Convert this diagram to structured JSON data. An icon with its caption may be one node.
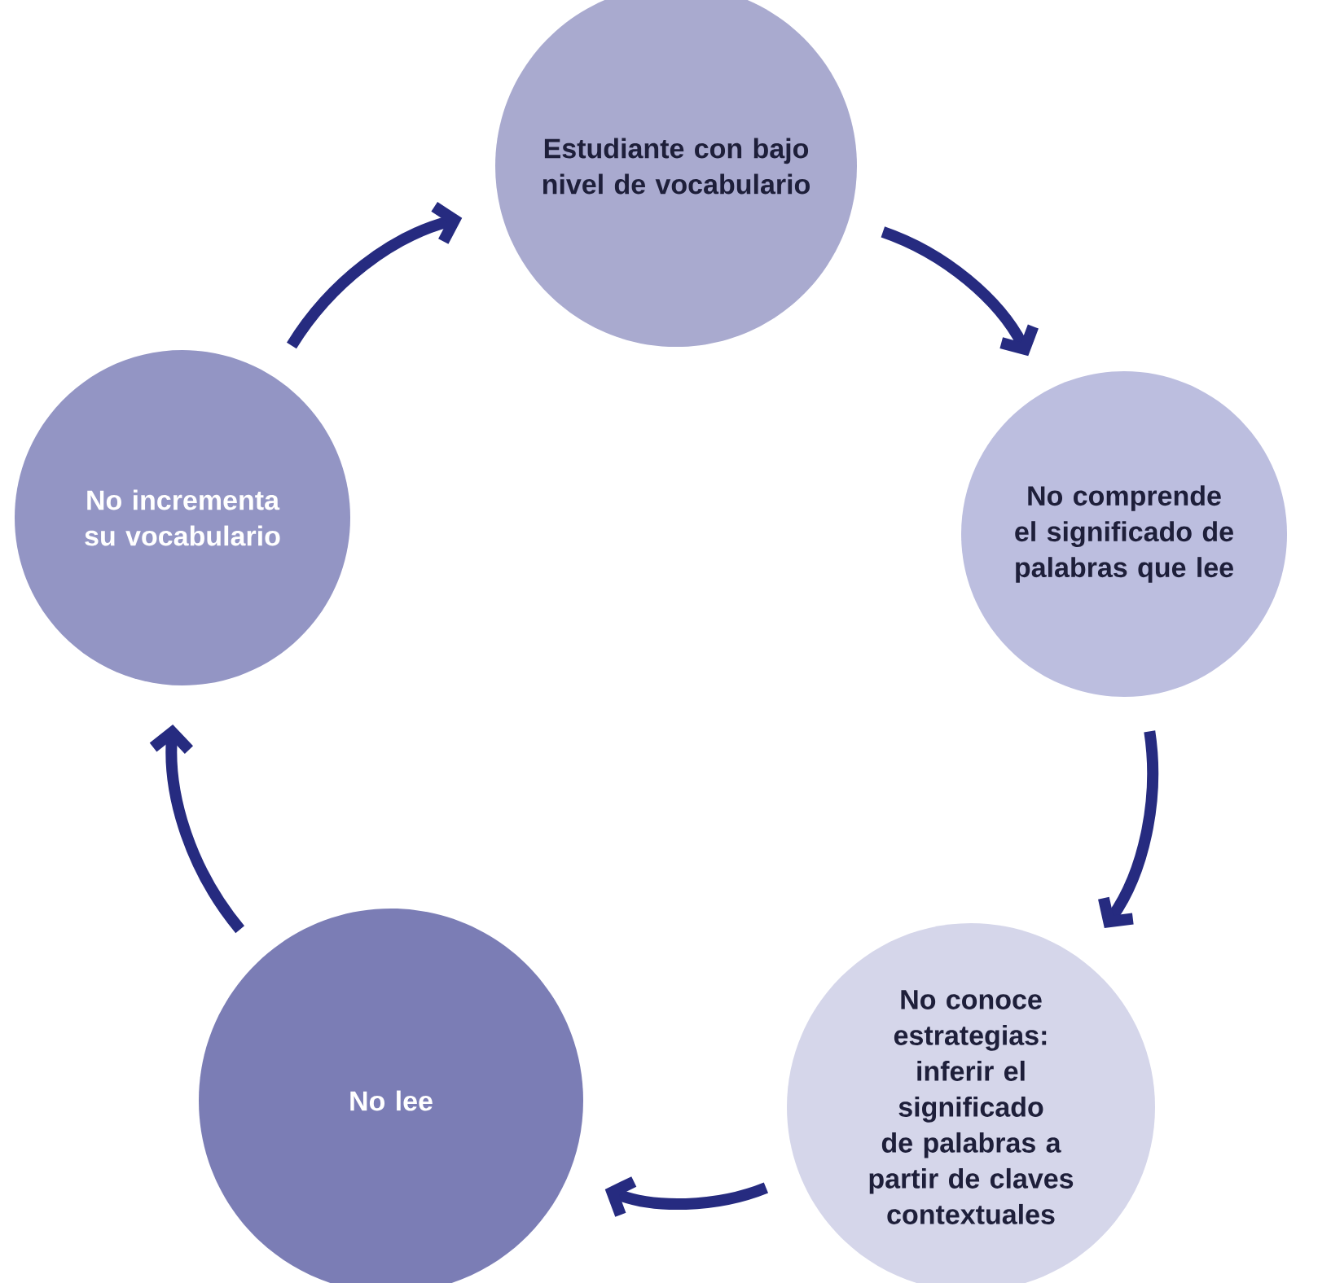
{
  "diagram": {
    "nodes": [
      {
        "text": [
          "Estudiante con bajo nivel de vocabulario"
        ]
      },
      {
        "text": [
          "No comprende el significado de palabras que lee"
        ]
      },
      {
        "text": [
          "No conoce estrategias: inferir el significado de palabras a partir de claves contextuales"
        ]
      },
      {
        "text": [
          "No lee"
        ]
      },
      {
        "text": [
          "No incrementa su vocabulario"
        ]
      }
    ],
    "edges": [
      {
        "from": 0,
        "to": 1,
        "arrow": "to"
      },
      {
        "from": 1,
        "to": 2,
        "arrow": "to"
      },
      {
        "from": 2,
        "to": 3,
        "arrow": "to"
      },
      {
        "from": 3,
        "to": 4,
        "arrow": "to"
      },
      {
        "from": 4,
        "to": 0,
        "arrow": "to"
      }
    ]
  }
}
